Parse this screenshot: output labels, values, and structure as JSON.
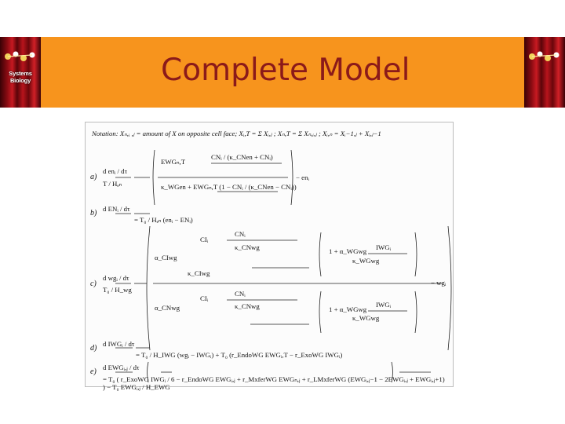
{
  "slide": {
    "title": "Complete Model",
    "logo_caption": "Systems Biology",
    "banner_color": "#f7941d",
    "title_color": "#8b1a1a"
  },
  "equations": {
    "notation": "Notation: Xₙ,ᵢ ,ⱼ = amount of X on opposite cell face; Xᵢ,T = Σ Xᵢ,ⱼ ; Xₙ,T = Σ Xₙ,ᵢ,ⱼ ; Xᵢ,ₙ = Xᵢ−1,ⱼ + Xᵢ,ⱼ−1",
    "a": {
      "label": "a)",
      "lhs": "d enᵢ / dτ",
      "coef": "T / Hₑₙ",
      "top_num": "EWGₙ,T",
      "top_frac": "CNᵢ / (κ_CNen + CNᵢ)",
      "bottom": "κ_WGen + EWGₙ,T (1 − CNᵢ / (κ_CNen − CNᵢ))",
      "tail": "− enᵢ"
    },
    "b": {
      "label": "b)",
      "lhs": "d ENᵢ / dτ",
      "rhs": "= T₀ / Hₑₙ (enᵢ − ENᵢ)"
    },
    "c": {
      "label": "c)",
      "lhs": "d wgᵢ / dτ",
      "coef": "T₀ / H_wg",
      "alpha1": "α_CIwg",
      "alpha2": "α_CNwg",
      "ci": "CIᵢ",
      "cn": "CNᵢ",
      "k_cnwg": "κ_CNwg",
      "k_ciwg": "κ_CIwg",
      "iwg": "IWGᵢ",
      "k_wg": "κ_WGwg",
      "one_plus": "1 + α_WGwg",
      "tail": "− wgᵢ"
    },
    "d": {
      "label": "d)",
      "lhs": "d IWGᵢ / dτ",
      "rhs": "= T₀ / H_IWG (wgᵢ − IWGᵢ) + T₀ (r_EndoWG EWGᵢ,T − r_ExoWG IWGᵢ)"
    },
    "e": {
      "label": "e)",
      "lhs": "d EWGᵢ,ⱼ / dτ",
      "rhs": "= T₀ ( r_ExoWG IWGᵢ / 6 − r_EndoWG EWGᵢ,ⱼ + r_MxferWG EWGₙ,ⱼ + r_LMxferWG (EWGᵢ,ⱼ−1 − 2EWGᵢ,ⱼ + EWGᵢ,ⱼ+1) ) − T₀ EWGᵢ,ⱼ / H_EWG"
    }
  }
}
